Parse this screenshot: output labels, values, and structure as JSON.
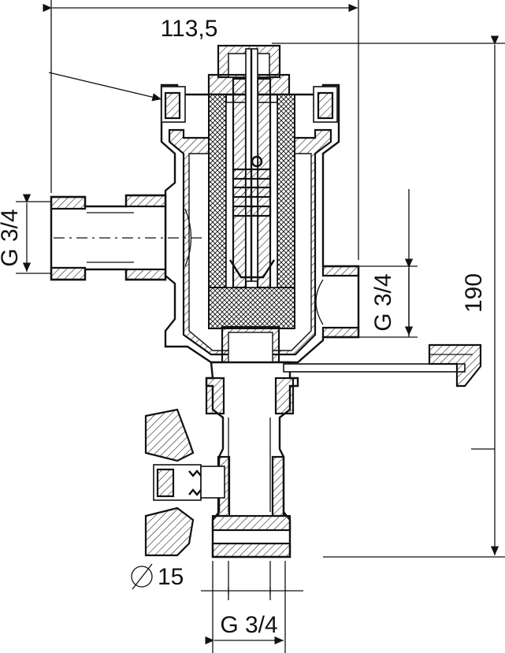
{
  "drawing": {
    "dimensions": {
      "width_total": "113,5",
      "height_total": "190",
      "inlet_thread": "G 3/4",
      "outlet_thread": "G 3/4",
      "drain_thread": "G 3/4",
      "drain_diameter": "15"
    },
    "symbols": {
      "diameter": "⌀"
    }
  }
}
